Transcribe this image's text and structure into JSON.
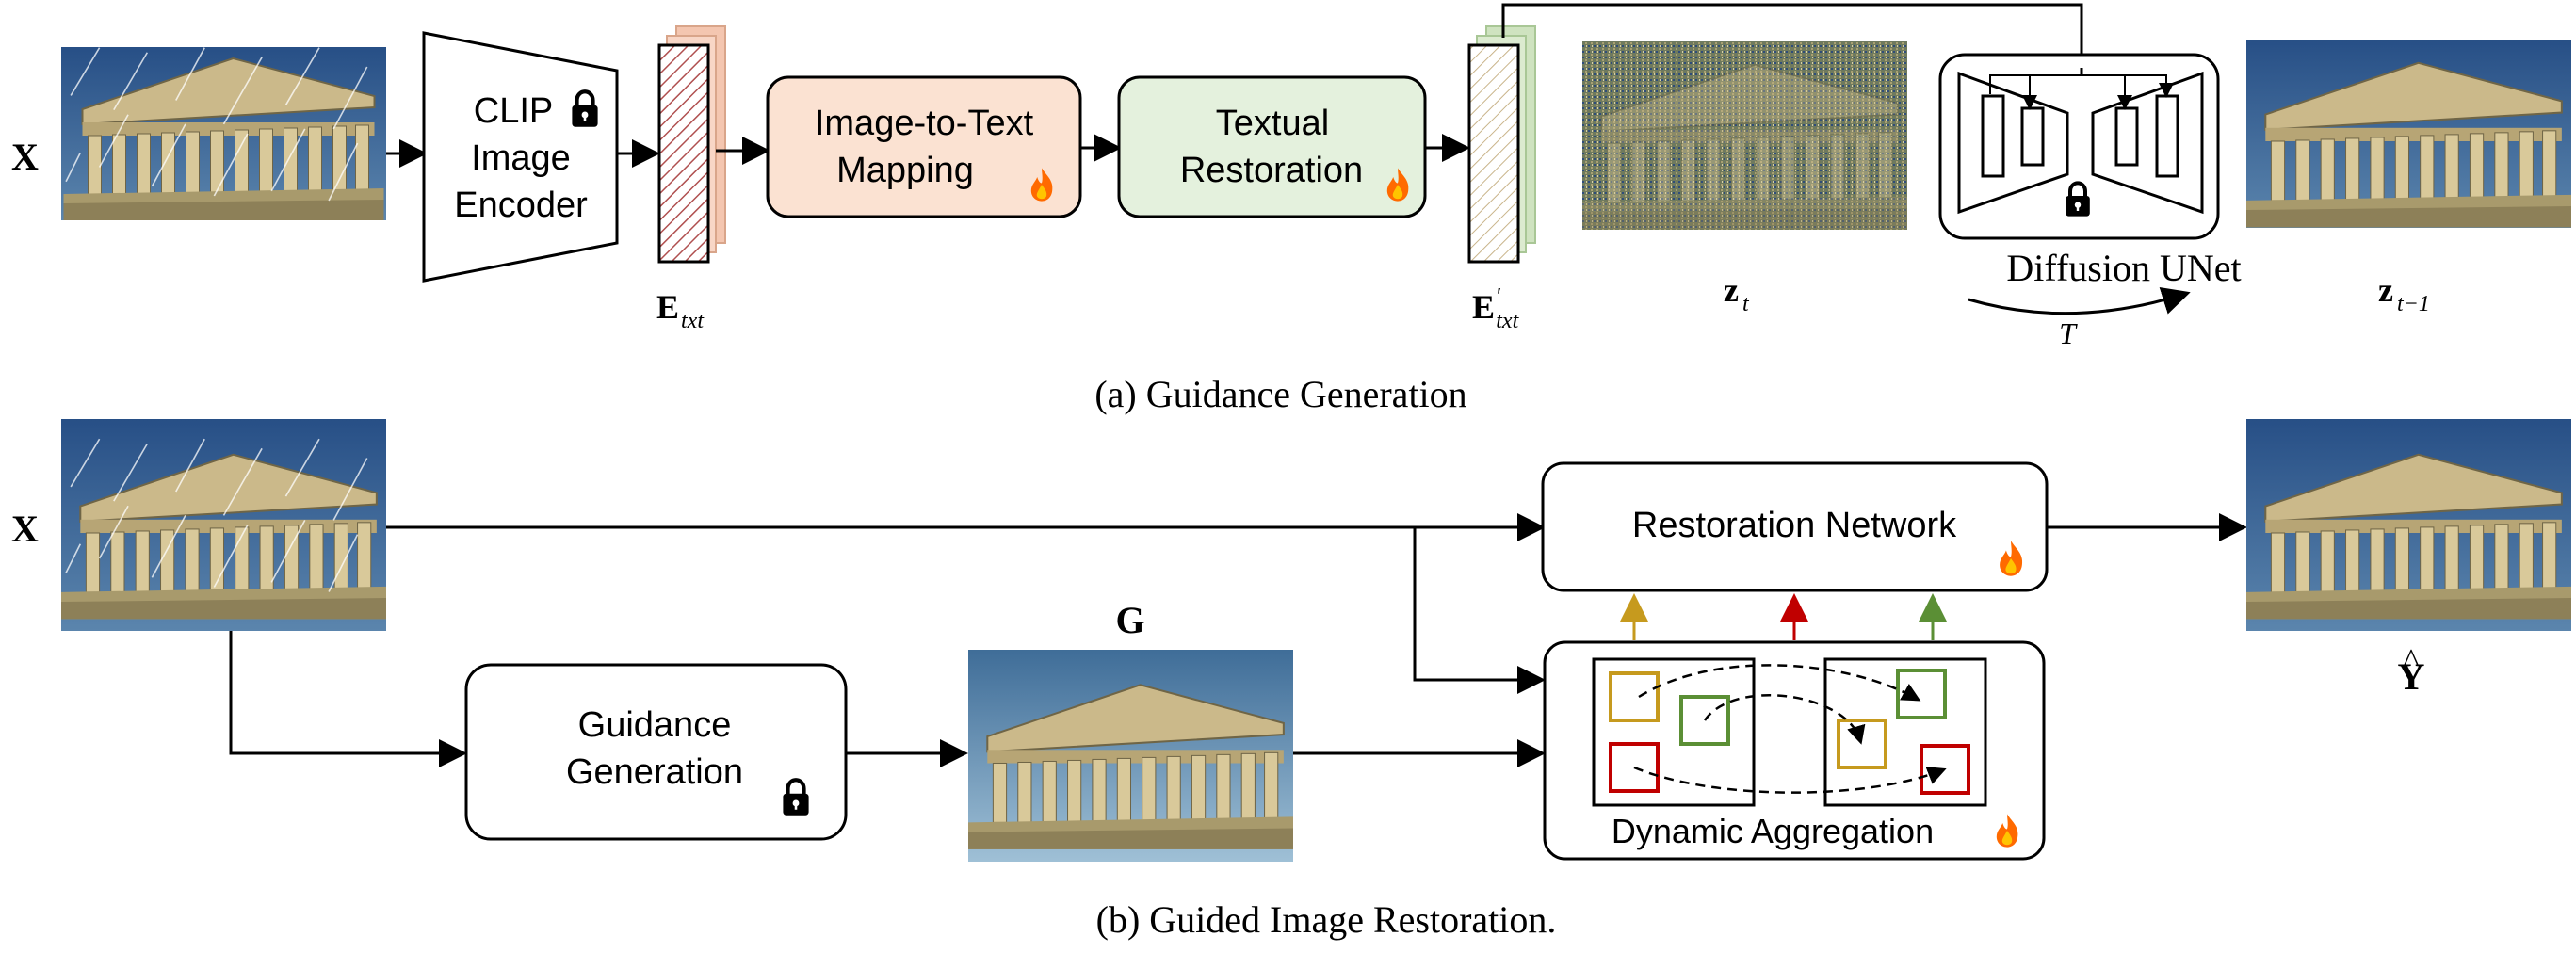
{
  "section_a": {
    "input_label": "X",
    "clip_encoder": {
      "line1": "CLIP",
      "line2": "Image",
      "line3": "Encoder"
    },
    "embedding_label": "E",
    "embedding_sub": "txt",
    "mapping_box": {
      "line1": "Image-to-Text",
      "line2": "Mapping"
    },
    "restoration_box": {
      "line1": "Textual",
      "line2": "Restoration"
    },
    "restored_embedding_label": "E",
    "restored_embedding_sub": "txt",
    "restored_embedding_prime": "′",
    "noisy_latent_label": "z",
    "noisy_latent_sub": "t",
    "unet_label": "Diffusion UNet",
    "unet_steps": "T",
    "denoised_latent_label": "z",
    "denoised_latent_sub": "t−1",
    "caption": "(a) Guidance Generation"
  },
  "section_b": {
    "input_label": "X",
    "guidance_box": {
      "line1": "Guidance",
      "line2": "Generation"
    },
    "guidance_image_label": "G",
    "restoration_network": "Restoration Network",
    "dynamic_aggregation": "Dynamic Aggregation",
    "output_label": "Y",
    "output_hat": "^",
    "caption": "(b) Guided Image Restoration."
  },
  "colors": {
    "mapping_fill": "#fbe2d2",
    "restoration_fill": "#e4f1dd",
    "arrow_gold": "#c69a1e",
    "arrow_red": "#c00000",
    "arrow_green": "#5b8f35",
    "flame": "#ff6a00"
  }
}
